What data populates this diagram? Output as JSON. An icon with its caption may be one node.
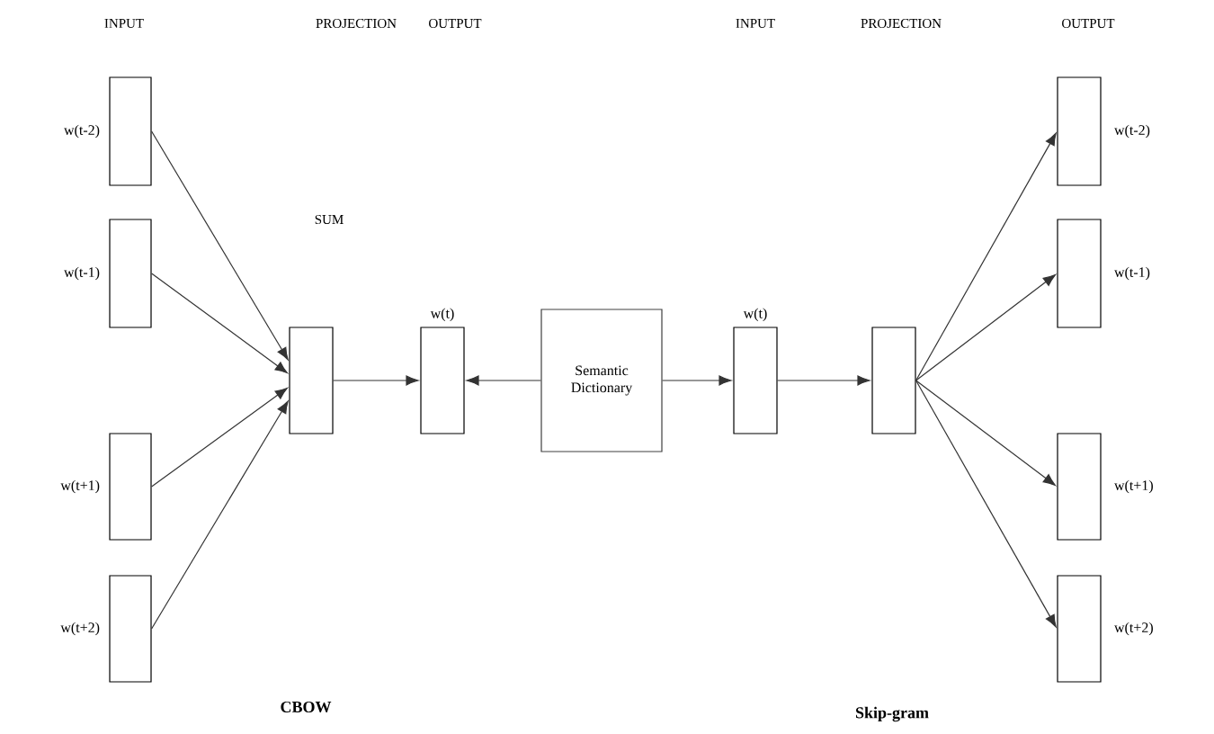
{
  "diagram": {
    "nodes": [
      {
        "text": [],
        "shape": "box",
        "beside": [
          "w(t-2)"
        ]
      },
      {
        "text": [],
        "shape": "box",
        "beside": [
          "w(t-1)"
        ]
      },
      {
        "text": [],
        "shape": "box",
        "beside": [
          "w(t+1)"
        ]
      },
      {
        "text": [],
        "shape": "box",
        "beside": [
          "w(t+2)"
        ]
      },
      {
        "text": [],
        "shape": "box"
      },
      {
        "text": [],
        "shape": "box",
        "beside": [
          "w(t)"
        ]
      },
      {
        "text": [
          "Semantic Dictionary"
        ]
      },
      {
        "text": [],
        "shape": "box",
        "beside": [
          "w(t)"
        ]
      },
      {
        "text": [],
        "shape": "box"
      },
      {
        "text": [],
        "shape": "box",
        "beside": [
          "w(t-2)"
        ]
      },
      {
        "text": [],
        "shape": "box",
        "beside": [
          "w(t-1)"
        ]
      },
      {
        "text": [],
        "shape": "box",
        "beside": [
          "w(t+1)"
        ]
      },
      {
        "text": [],
        "shape": "box",
        "beside": [
          "w(t+2)"
        ]
      }
    ],
    "edges": [
      {
        "from": 0,
        "to": 4,
        "arrow": "to"
      },
      {
        "from": 1,
        "to": 4,
        "arrow": "to"
      },
      {
        "from": 2,
        "to": 4,
        "arrow": "to"
      },
      {
        "from": 3,
        "to": 4,
        "arrow": "to"
      },
      {
        "from": 4,
        "to": 5,
        "arrow": "to"
      },
      {
        "from": 6,
        "to": 5,
        "arrow": "to"
      },
      {
        "from": 6,
        "to": 7,
        "arrow": "to"
      },
      {
        "from": 7,
        "to": 8,
        "arrow": "to"
      },
      {
        "from": 8,
        "to": 9,
        "arrow": "to"
      },
      {
        "from": 8,
        "to": 10,
        "arrow": "to"
      },
      {
        "from": 8,
        "to": 11,
        "arrow": "to"
      },
      {
        "from": 8,
        "to": 12,
        "arrow": "to"
      }
    ],
    "labels": [
      "INPUT",
      "PROJECTION",
      "OUTPUT",
      "INPUT",
      "PROJECTION",
      "OUTPUT",
      "SUM",
      "CBOW",
      "Skip-gram"
    ]
  }
}
